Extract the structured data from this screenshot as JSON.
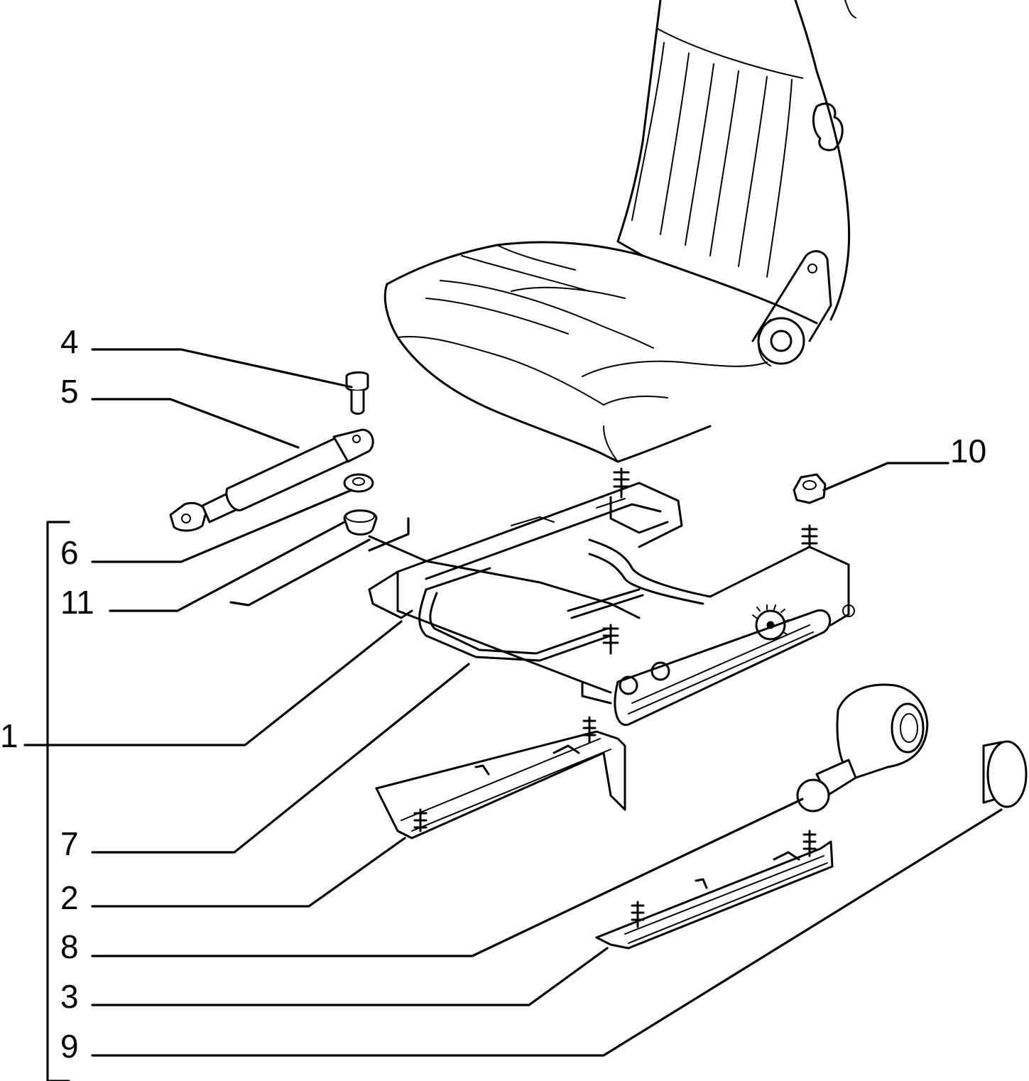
{
  "diagram": {
    "callouts": [
      {
        "id": "c4",
        "label": "4"
      },
      {
        "id": "c5",
        "label": "5"
      },
      {
        "id": "c6",
        "label": "6"
      },
      {
        "id": "c11",
        "label": "11"
      },
      {
        "id": "c1",
        "label": "1"
      },
      {
        "id": "c7",
        "label": "7"
      },
      {
        "id": "c2",
        "label": "2"
      },
      {
        "id": "c8",
        "label": "8"
      },
      {
        "id": "c3",
        "label": "3"
      },
      {
        "id": "c9",
        "label": "9"
      },
      {
        "id": "c10",
        "label": "10"
      }
    ]
  }
}
